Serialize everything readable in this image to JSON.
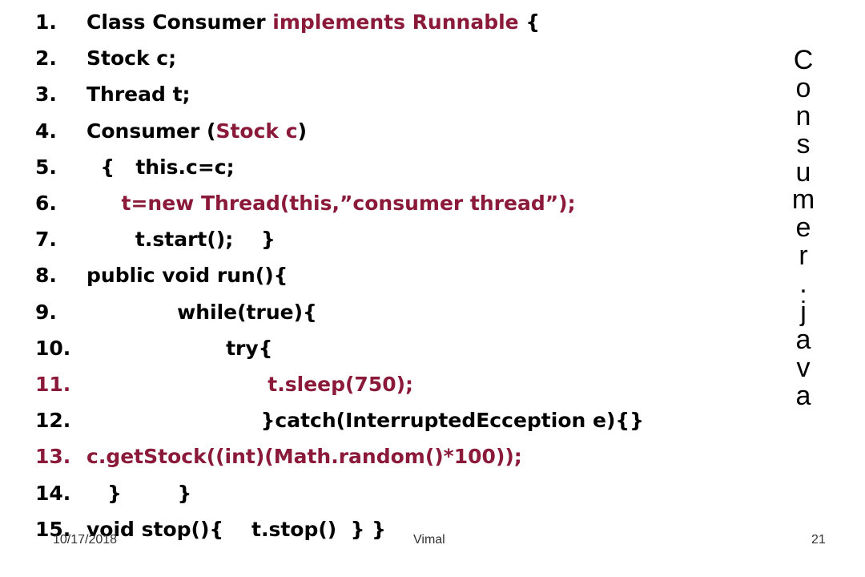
{
  "slide": {
    "vertical_title": "Consumer.java",
    "code_lines": [
      {
        "num": "1.",
        "segments": [
          {
            "text": "Class Consumer ",
            "style": "plain"
          },
          {
            "text": "implements Runnable",
            "style": "accent"
          },
          {
            "text": " {",
            "style": "plain"
          }
        ]
      },
      {
        "num": "2.",
        "segments": [
          {
            "text": "Stock c;",
            "style": "plain"
          }
        ]
      },
      {
        "num": "3.",
        "segments": [
          {
            "text": "Thread t;",
            "style": "plain"
          }
        ]
      },
      {
        "num": "4.",
        "segments": [
          {
            "text": "Consumer (",
            "style": "plain"
          },
          {
            "text": "Stock c",
            "style": "accent"
          },
          {
            "text": ")",
            "style": "plain"
          }
        ]
      },
      {
        "num": "5.",
        "segments": [
          {
            "text": "  {   this.c=c;",
            "style": "plain"
          }
        ]
      },
      {
        "num": "6.",
        "segments": [
          {
            "text": "     t=new Thread(this,”consumer thread”);",
            "style": "accent"
          }
        ]
      },
      {
        "num": "7.",
        "segments": [
          {
            "text": "       t.start();    }",
            "style": "plain"
          }
        ]
      },
      {
        "num": "8.",
        "segments": [
          {
            "text": "public void run(){",
            "style": "plain"
          }
        ]
      },
      {
        "num": "9.",
        "segments": [
          {
            "text": "             while(true){",
            "style": "plain"
          }
        ]
      },
      {
        "num": "10.",
        "segments": [
          {
            "text": "                    try{",
            "style": "plain"
          }
        ]
      },
      {
        "num": "11.",
        "num_style": "accent",
        "segments": [
          {
            "text": "                          t.sleep(750);",
            "style": "accent"
          }
        ]
      },
      {
        "num": "12.",
        "segments": [
          {
            "text": "                         }catch(InterruptedEcception e){}",
            "style": "plain"
          }
        ]
      },
      {
        "num": "13.",
        "num_style": "accent",
        "segments": [
          {
            "text": "c.getStock((int)(Math.random()*100));",
            "style": "accent"
          }
        ]
      },
      {
        "num": "14.",
        "segments": [
          {
            "text": "   }        }",
            "style": "plain"
          }
        ]
      },
      {
        "num": "15.",
        "segments": [
          {
            "text": "void stop(){    t.stop()  } }",
            "style": "plain"
          }
        ]
      }
    ],
    "footer": {
      "date": "10/17/2018",
      "author": "Vimal",
      "page_number": "21"
    },
    "colors": {
      "text": "#000000",
      "accent": "#8b1a3a",
      "background": "#ffffff"
    }
  }
}
